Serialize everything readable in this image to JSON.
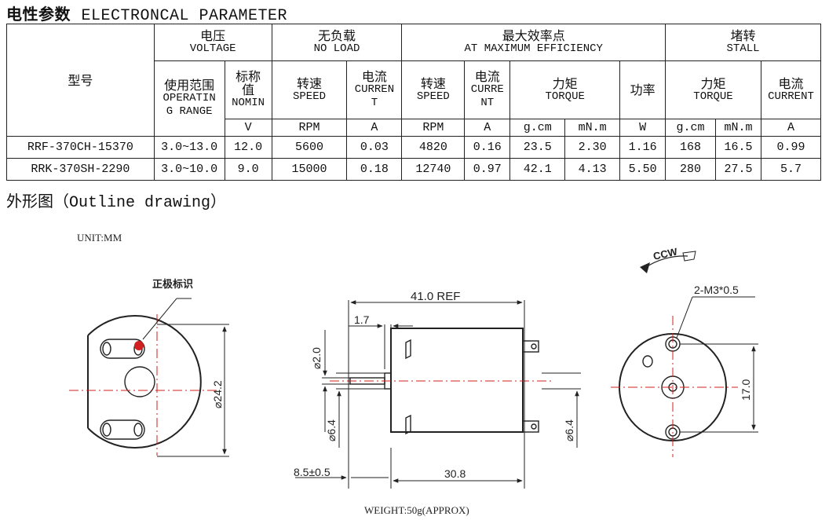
{
  "header": {
    "title_zh": "电性参数",
    "title_en": "ELECTRONCAL PARAMETER"
  },
  "table": {
    "model_label": "型号",
    "voltage": {
      "zh": "电压",
      "en": "VOLTAGE"
    },
    "no_load": {
      "zh": "无负载",
      "en": "NO LOAD"
    },
    "max_eff": {
      "zh": "最大效率点",
      "en": "AT MAXIMUM EFFICIENCY"
    },
    "stall": {
      "zh": "堵转",
      "en": "STALL"
    },
    "op_range": {
      "zh": "使用范围",
      "en1": "OPERATIN",
      "en2": "G RANGE"
    },
    "nominal": {
      "zh1": "标称",
      "zh2": "值",
      "en": "NOMIN"
    },
    "speed": {
      "zh": "转速",
      "en": "SPEED"
    },
    "current_nl": {
      "zh": "电流",
      "en1": "CURREN",
      "en2": "T"
    },
    "current_me": {
      "zh": "电流",
      "en1": "CURRE",
      "en2": "NT"
    },
    "torque": {
      "zh": "力矩",
      "en": "TORQUE"
    },
    "power": {
      "zh": "功率"
    },
    "current_st": {
      "zh": "电流",
      "en": "CURRENT"
    },
    "units": {
      "v": "V",
      "rpm1": "RPM",
      "a1": "A",
      "rpm2": "RPM",
      "a2": "A",
      "gcm1": "g.cm",
      "mnm1": "mN.m",
      "w": "W",
      "gcm2": "g.cm",
      "mnm2": "mN.m",
      "a3": "A"
    },
    "rows": [
      {
        "model": "RRF-370CH-15370",
        "range": "3.0~13.0",
        "nominal": "12.0",
        "nl_speed": "5600",
        "nl_current": "0.03",
        "me_speed": "4820",
        "me_current": "0.16",
        "me_torque_gcm": "23.5",
        "me_torque_mnm": "2.30",
        "me_power": "1.16",
        "st_torque_gcm": "168",
        "st_torque_mnm": "16.5",
        "st_current": "0.99"
      },
      {
        "model": "RRK-370SH-2290",
        "range": "3.0~10.0",
        "nominal": "9.0",
        "nl_speed": "15000",
        "nl_current": "0.18",
        "me_speed": "12740",
        "me_current": "0.97",
        "me_torque_gcm": "42.1",
        "me_torque_mnm": "4.13",
        "me_power": "5.50",
        "st_torque_gcm": "280",
        "st_torque_mnm": "27.5",
        "st_current": "5.7"
      }
    ]
  },
  "outline": {
    "title_zh": "外形图",
    "title_en": "（Outline drawing）"
  },
  "drawing": {
    "unit": "UNIT:MM",
    "positive_mark": "正极标识",
    "dia_24": "⌀24.2",
    "length_ref": "41.0 REF",
    "dim_1_7": "1.7",
    "dia_2": "⌀2.0",
    "dia_6_4_left": "⌀6.4",
    "dia_6_4_right": "⌀6.4",
    "dim_8_5": "8.5±0.5",
    "dim_30_8": "30.8",
    "ccw": "CCW",
    "screw": "2-M3*0.5",
    "dim_17": "17.0",
    "weight": "WEIGHT:50g(APPROX)"
  },
  "colors": {
    "marker": "#d21f1f",
    "centerline": "#d21f1f",
    "line": "#222222"
  }
}
